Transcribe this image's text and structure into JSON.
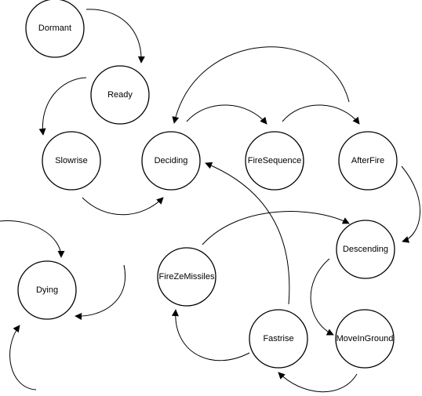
{
  "diagram": {
    "states": {
      "dormant": "Dormant",
      "ready": "Ready",
      "slowrise": "Slowrise",
      "deciding": "Deciding",
      "fire_sequence": "FireSequence",
      "after_fire": "AfterFire",
      "descending": "Descending",
      "fire_ze_missiles": "FireZeMissiles",
      "dying": "Dying",
      "fastrise": "Fastrise",
      "move_in_ground": "MoveInGround"
    },
    "transitions": [
      {
        "from": "Dormant",
        "to": "Ready"
      },
      {
        "from": "Ready",
        "to": "Slowrise"
      },
      {
        "from": "Slowrise",
        "to": "Deciding"
      },
      {
        "from": "Deciding",
        "to": "FireSequence"
      },
      {
        "from": "FireSequence",
        "to": "AfterFire"
      },
      {
        "from": "AfterFire",
        "to": "Deciding"
      },
      {
        "from": "AfterFire",
        "to": "Descending"
      },
      {
        "from": "Descending",
        "to": "MoveInGround"
      },
      {
        "from": "MoveInGround",
        "to": "Fastrise"
      },
      {
        "from": "Fastrise",
        "to": "FireZeMissiles"
      },
      {
        "from": "Fastrise",
        "to": "Deciding"
      },
      {
        "from": "FireZeMissiles",
        "to": "Descending"
      },
      {
        "from": "",
        "to": "Dying"
      }
    ],
    "colors": {
      "stroke": "#000000",
      "fill": "#ffffff"
    }
  }
}
